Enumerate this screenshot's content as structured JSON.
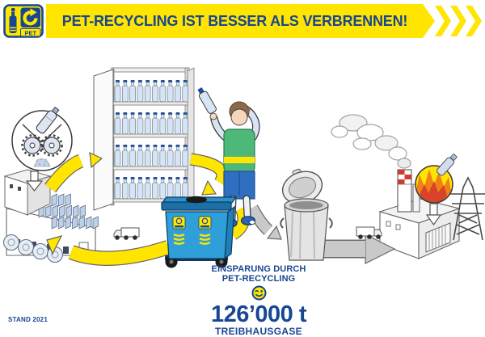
{
  "header": {
    "title": "PET-RECYCLING IST BESSER ALS VERBRENNEN!",
    "logo_text": "PET"
  },
  "savings": {
    "line1": "EINSPARUNG DURCH",
    "line2": "PET-RECYCLING",
    "smiley_icon": "winking-smiley-icon",
    "amount": "126’000 t",
    "label": "TREIBHAUSGASE"
  },
  "footer": {
    "stand_label": "STAND 2021"
  },
  "colors": {
    "accent_yellow": "#FFE500",
    "brand_blue": "#174693",
    "bin_blue": "#2E9FD8",
    "arrow_grey": "#C9C9C9",
    "flame_orange": "#F08119",
    "flame_red": "#D8432A"
  },
  "illustration_parts": [
    "bottle-shredder-inset",
    "pet-production-plant",
    "bottle-shelf",
    "consumer-with-bottle",
    "pet-collection-bin",
    "waste-bin",
    "delivery-trucks",
    "incineration-plant",
    "burning-bottle-inset",
    "power-pylon",
    "recycling-loop-arrows",
    "waste-route-arrows"
  ]
}
